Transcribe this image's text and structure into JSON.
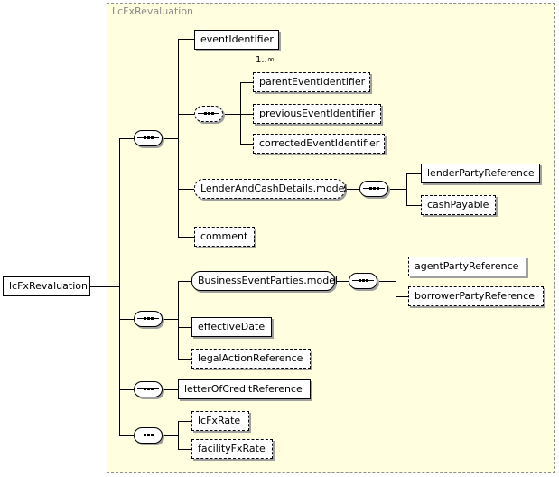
{
  "root": {
    "label": "lcFxRevaluation"
  },
  "type": {
    "title": "LcFxRevaluation"
  },
  "group1": {
    "event_identifier": {
      "label": "eventIdentifier",
      "occurrence": "1..∞"
    },
    "choice": {
      "parent": "parentEventIdentifier",
      "previous": "previousEventIdentifier",
      "corrected": "correctedEventIdentifier"
    },
    "lender_model": {
      "label": "LenderAndCashDetails.model",
      "lender_party": "lenderPartyReference",
      "cash_payable": "cashPayable"
    },
    "comment": "comment"
  },
  "group2": {
    "business_model": {
      "label": "BusinessEventParties.model",
      "agent_party": "agentPartyReference",
      "borrower_party": "borrowerPartyReference"
    },
    "effective_date": "effectiveDate",
    "legal_action": "legalActionReference"
  },
  "group3": {
    "letter_of_credit": "letterOfCreditReference"
  },
  "group4": {
    "lc_fx_rate": "lcFxRate",
    "facility_fx_rate": "facilityFxRate"
  },
  "colors": {
    "panel_fill": "#ffffdf",
    "panel_border": "#8e8e8e",
    "title_text": "#8a8a8a",
    "shadow": "#a0a0a0"
  }
}
